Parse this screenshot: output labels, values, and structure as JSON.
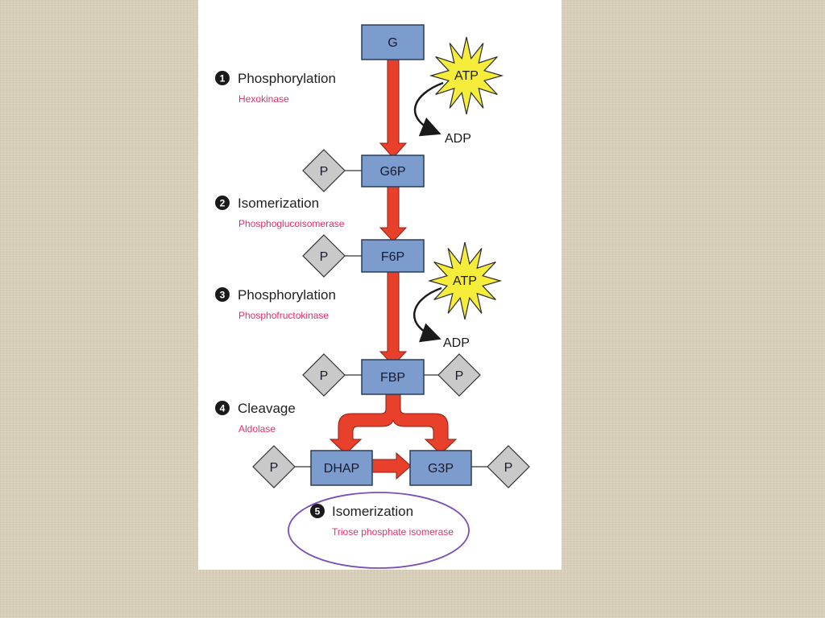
{
  "colors": {
    "molecule_fill": "#7b9ccd",
    "molecule_stroke": "#2c3b55",
    "phosphate_fill": "#c9c9c9",
    "arrow_fill": "#e8402b",
    "arrow_stroke": "#8a1f12",
    "atp_fill": "#f6ec3a",
    "enzyme_text": "#e0306a",
    "highlight_ellipse": "#7b4fb8"
  },
  "molecules": {
    "g": "G",
    "g6p": "G6P",
    "f6p": "F6P",
    "fbp": "FBP",
    "dhap": "DHAP",
    "g3p": "G3P"
  },
  "phosphate": "P",
  "energy": {
    "atp": "ATP",
    "adp": "ADP"
  },
  "steps": [
    {
      "number": "1",
      "title": "Phosphorylation",
      "enzyme": "Hexokinase"
    },
    {
      "number": "2",
      "title": "Isomerization",
      "enzyme": "Phosphoglucoisomerase"
    },
    {
      "number": "3",
      "title": "Phosphorylation",
      "enzyme": "Phosphofructokinase"
    },
    {
      "number": "4",
      "title": "Cleavage",
      "enzyme": "Aldolase"
    },
    {
      "number": "5",
      "title": "Isomerization",
      "enzyme": "Triose phosphate isomerase"
    }
  ]
}
